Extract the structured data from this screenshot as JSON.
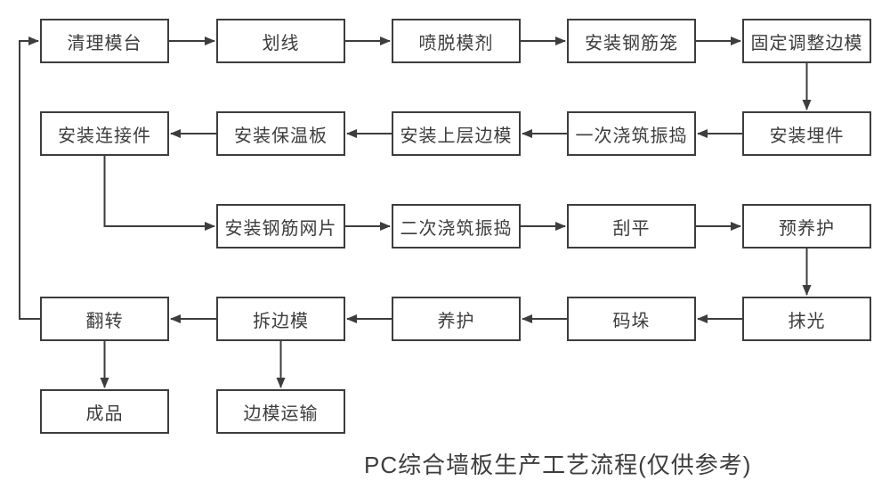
{
  "diagram": {
    "caption": "PC综合墙板生产工艺流程(仅供参考)",
    "colors": {
      "stroke": "#3d3d3d",
      "text": "#3d3d3d",
      "background": "#ffffff"
    },
    "nodes": [
      {
        "id": "clean-mold-table",
        "label": "清理模台"
      },
      {
        "id": "marking",
        "label": "划线"
      },
      {
        "id": "spray-release-agent",
        "label": "喷脱模剂"
      },
      {
        "id": "install-rebar-cage",
        "label": "安装钢筋笼"
      },
      {
        "id": "fix-adjust-side-mold",
        "label": "固定调整边模"
      },
      {
        "id": "install-embedded-parts",
        "label": "安装埋件"
      },
      {
        "id": "first-pour-vibrate",
        "label": "一次浇筑振捣"
      },
      {
        "id": "install-upper-side-mold",
        "label": "安装上层边模"
      },
      {
        "id": "install-insulation-board",
        "label": "安装保温板"
      },
      {
        "id": "install-connectors",
        "label": "安装连接件"
      },
      {
        "id": "install-rebar-mesh",
        "label": "安装钢筋网片"
      },
      {
        "id": "second-pour-vibrate",
        "label": "二次浇筑振捣"
      },
      {
        "id": "screeding",
        "label": "刮平"
      },
      {
        "id": "pre-curing",
        "label": "预养护"
      },
      {
        "id": "troweling",
        "label": "抹光"
      },
      {
        "id": "stacking",
        "label": "码垛"
      },
      {
        "id": "curing",
        "label": "养护"
      },
      {
        "id": "remove-side-mold",
        "label": "拆边模"
      },
      {
        "id": "flipping",
        "label": "翻转"
      },
      {
        "id": "finished-product",
        "label": "成品"
      },
      {
        "id": "side-mold-transport",
        "label": "边模运输"
      }
    ],
    "edges": [
      {
        "from": "clean-mold-table",
        "to": "marking"
      },
      {
        "from": "marking",
        "to": "spray-release-agent"
      },
      {
        "from": "spray-release-agent",
        "to": "install-rebar-cage"
      },
      {
        "from": "install-rebar-cage",
        "to": "fix-adjust-side-mold"
      },
      {
        "from": "fix-adjust-side-mold",
        "to": "install-embedded-parts"
      },
      {
        "from": "install-embedded-parts",
        "to": "first-pour-vibrate"
      },
      {
        "from": "first-pour-vibrate",
        "to": "install-upper-side-mold"
      },
      {
        "from": "install-upper-side-mold",
        "to": "install-insulation-board"
      },
      {
        "from": "install-insulation-board",
        "to": "install-connectors"
      },
      {
        "from": "install-connectors",
        "to": "install-rebar-mesh"
      },
      {
        "from": "install-rebar-mesh",
        "to": "second-pour-vibrate"
      },
      {
        "from": "second-pour-vibrate",
        "to": "screeding"
      },
      {
        "from": "screeding",
        "to": "pre-curing"
      },
      {
        "from": "pre-curing",
        "to": "troweling"
      },
      {
        "from": "troweling",
        "to": "stacking"
      },
      {
        "from": "stacking",
        "to": "curing"
      },
      {
        "from": "curing",
        "to": "remove-side-mold"
      },
      {
        "from": "remove-side-mold",
        "to": "flipping"
      },
      {
        "from": "flipping",
        "to": "clean-mold-table"
      },
      {
        "from": "flipping",
        "to": "finished-product"
      },
      {
        "from": "remove-side-mold",
        "to": "side-mold-transport"
      }
    ]
  }
}
